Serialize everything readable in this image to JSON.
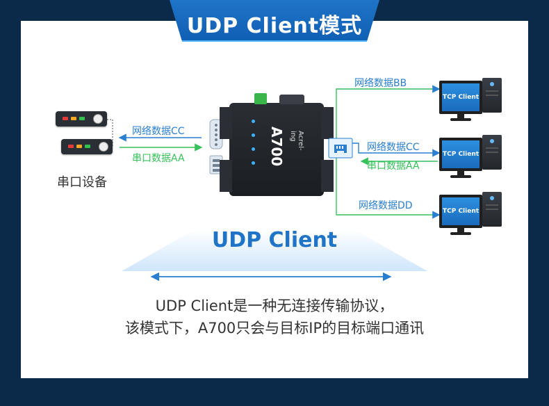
{
  "title": "UDP Client模式",
  "serial_device": {
    "label": "串口设备"
  },
  "left_links": {
    "network_label": "网络数据CC",
    "serial_label": "串口数据AA"
  },
  "router": {
    "model": "A700",
    "brand": "Acrel-ing"
  },
  "right_links": {
    "pc1_label": "网络数据BB",
    "pc2_net_label": "网络数据CC",
    "pc2_serial_label": "串口数据AA",
    "pc3_label": "网络数据DD"
  },
  "pcs": [
    {
      "screen_label": "TCP Client"
    },
    {
      "screen_label": "TCP Client"
    },
    {
      "screen_label": "TCP Client"
    }
  ],
  "banner": {
    "title": "UDP Client"
  },
  "description": {
    "line1": "UDP Client是一种无连接传输协议，",
    "line2": "该模式下，A700只会与目标IP的目标端口通讯"
  },
  "colors": {
    "background": "#0b2a4a",
    "accent_blue": "#1f74c7",
    "network_text": "#2a7fd0",
    "serial_text": "#36c15a"
  }
}
